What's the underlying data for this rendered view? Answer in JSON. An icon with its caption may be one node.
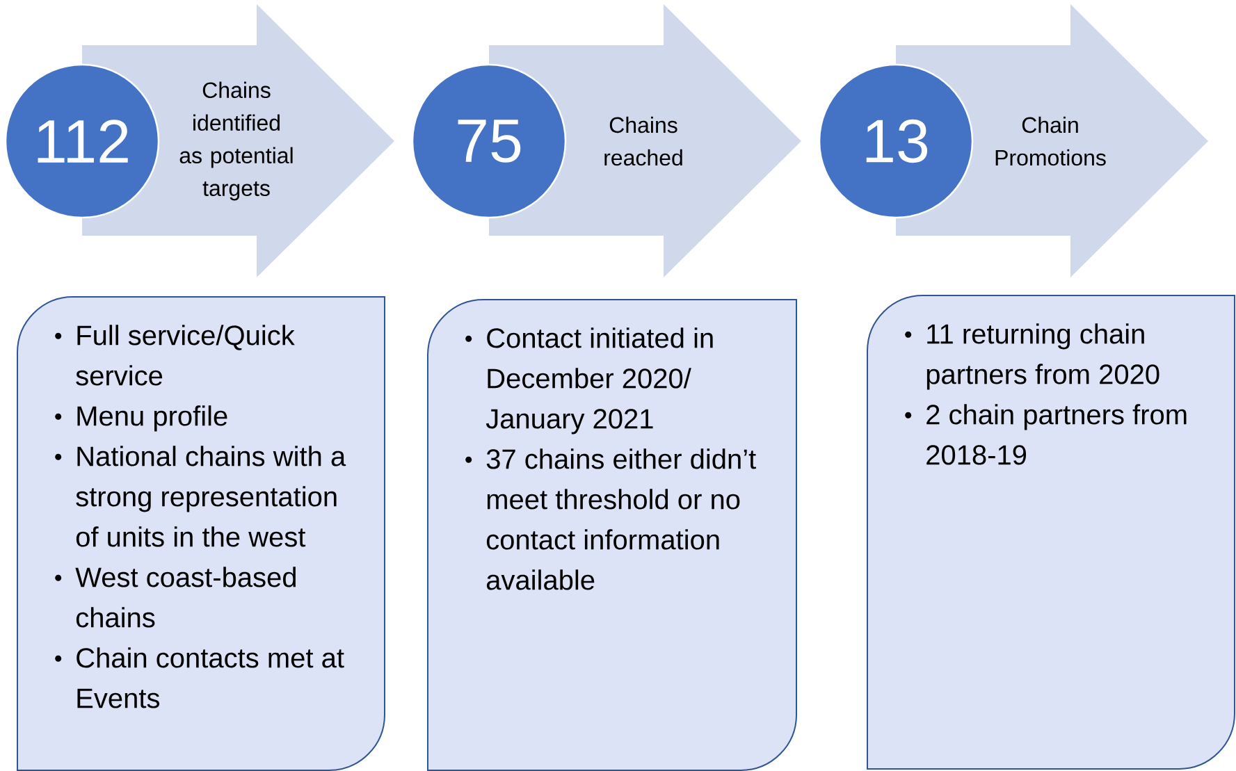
{
  "diagram": {
    "nodes": [
      {
        "text": [
          "112"
        ]
      },
      {
        "text": [
          "Chains identified as potential targets"
        ]
      },
      {
        "text": [
          "75"
        ]
      },
      {
        "text": [
          "Chains reached"
        ]
      },
      {
        "text": [
          "13"
        ]
      },
      {
        "text": [
          "Chain Promotions"
        ]
      },
      {
        "text": [
          "Full service/Quick service",
          "Menu profile",
          "National chains with a strong representation of units in the west",
          "West coast-based chains",
          "Chain contacts met at Events"
        ]
      },
      {
        "text": [
          "Contact initiated in December 2020/ January 2021",
          "37 chains either didn’t meet threshold or no contact information available"
        ]
      },
      {
        "text": [
          "11 returning chain partners from 2020",
          "2 chain partners from 2018-19"
        ]
      }
    ]
  }
}
